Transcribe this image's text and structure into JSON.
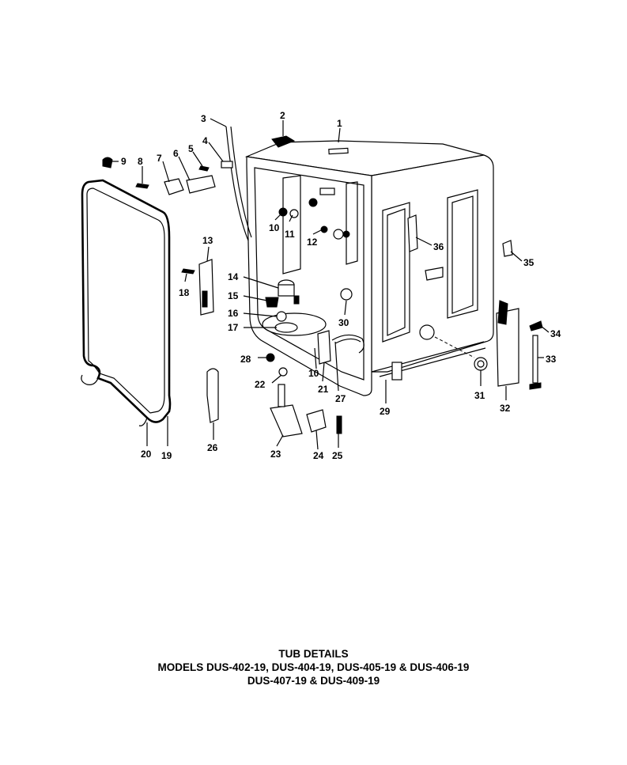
{
  "caption": {
    "title": "TUB DETAILS",
    "line2": "MODELS DUS-402-19, DUS-404-19, DUS-405-19 & DUS-406-19",
    "line3": "DUS-407-19 & DUS-409-19"
  },
  "callouts": {
    "c1": "1",
    "c2": "2",
    "c3": "3",
    "c4": "4",
    "c5": "5",
    "c6": "6",
    "c7": "7",
    "c8": "8",
    "c9": "9",
    "c10a": "10",
    "c10b": "10",
    "c11": "11",
    "c12": "12",
    "c13": "13",
    "c14": "14",
    "c15": "15",
    "c16": "16",
    "c17": "17",
    "c18": "18",
    "c19": "19",
    "c20": "20",
    "c21": "21",
    "c22": "22",
    "c23": "23",
    "c24": "24",
    "c25": "25",
    "c26": "26",
    "c27": "27",
    "c28": "28",
    "c29": "29",
    "c30": "30",
    "c31": "31",
    "c32": "32",
    "c33": "33",
    "c34": "34",
    "c35": "35",
    "c36": "36"
  }
}
